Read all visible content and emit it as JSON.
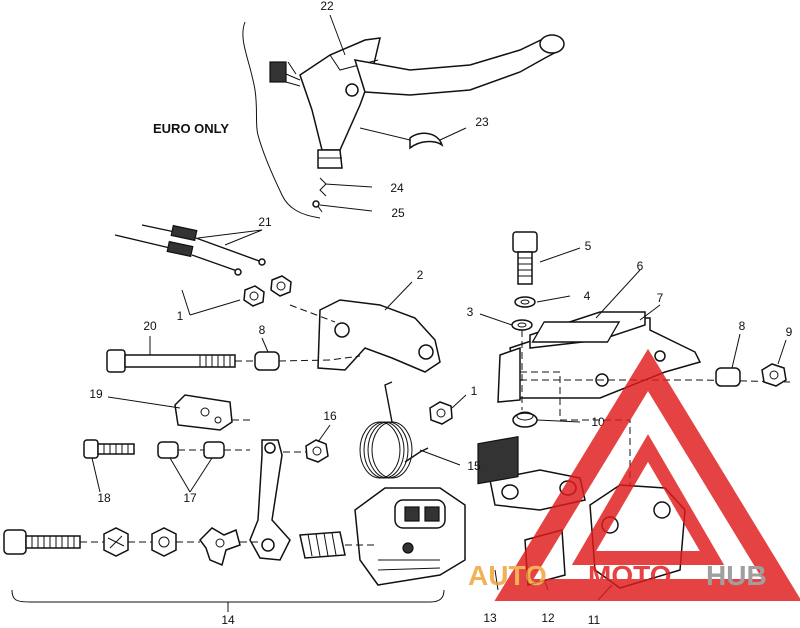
{
  "diagram": {
    "note_text": "EURO ONLY",
    "callouts": [
      "1",
      "2",
      "3",
      "4",
      "5",
      "6",
      "7",
      "8",
      "9",
      "10",
      "11",
      "12",
      "13",
      "14",
      "15",
      "16",
      "17",
      "18",
      "19",
      "20",
      "21",
      "22",
      "23",
      "24",
      "25"
    ],
    "callout_8_second": "8",
    "callout_1_second": "1"
  },
  "watermark": {
    "word_a": "AUTO",
    "word_b": "MOTO",
    "word_c": "HUB",
    "color_triangle": "#e01b1b",
    "color_a": "#f0a030",
    "color_b": "#e01b1b",
    "color_c": "#8a8a8a"
  }
}
